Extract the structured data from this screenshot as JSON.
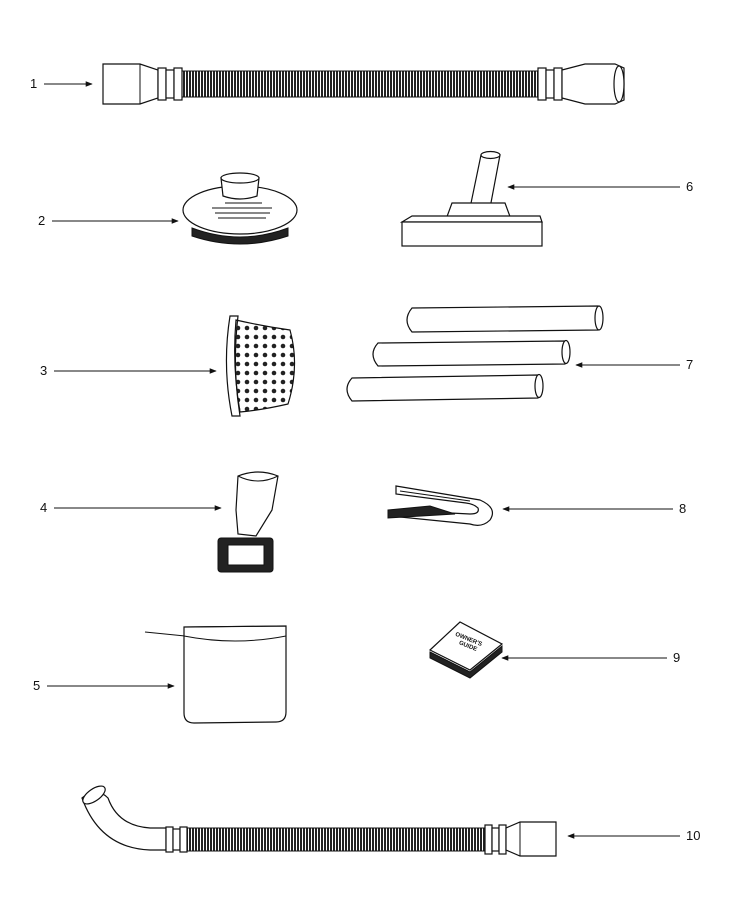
{
  "parts": [
    {
      "number": "1"
    },
    {
      "number": "2"
    },
    {
      "number": "3"
    },
    {
      "number": "4"
    },
    {
      "number": "5"
    },
    {
      "number": "6"
    },
    {
      "number": "7"
    },
    {
      "number": "8"
    },
    {
      "number": "9"
    },
    {
      "number": "10"
    }
  ],
  "owners_guide": {
    "line1": "OWNER'S",
    "line2": "GUIDE"
  },
  "colors": {
    "ink": "#111111",
    "paper": "#ffffff",
    "ribbing": "#222222"
  }
}
